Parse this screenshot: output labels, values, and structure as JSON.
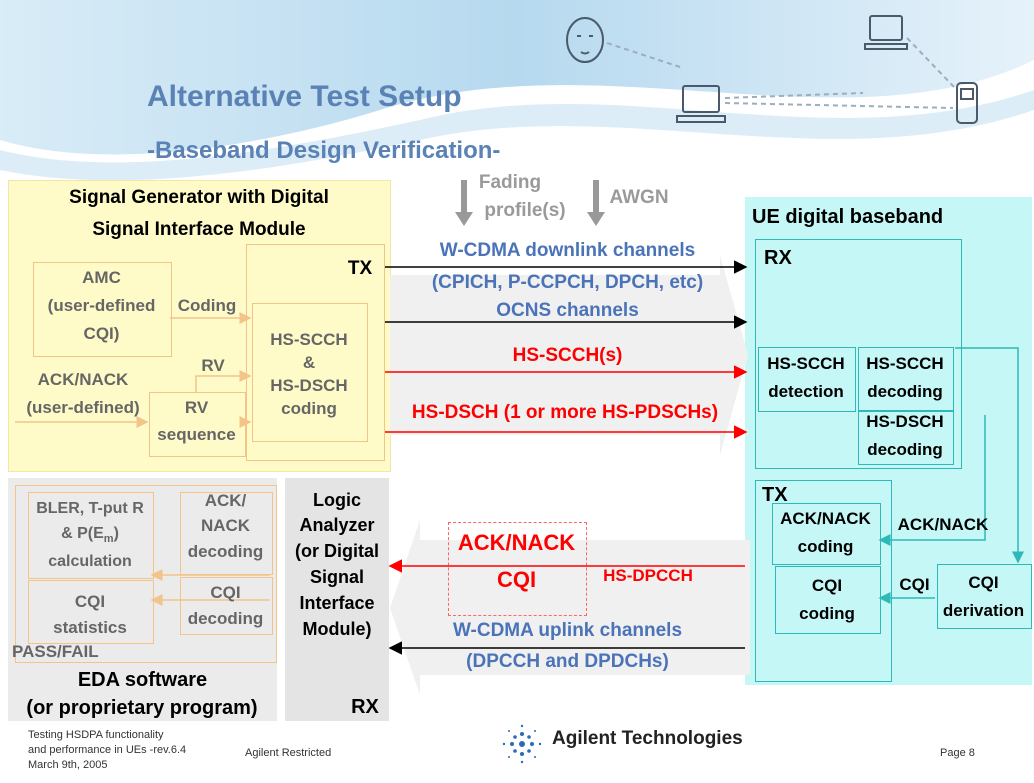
{
  "title": "Alternative Test Setup",
  "subtitle": "-Baseband Design Verification-",
  "siggen": {
    "title_l1": "Signal Generator with Digital",
    "title_l2": "Signal Interface Module",
    "tx": "TX",
    "amc_l1": "AMC",
    "amc_l2": "(user-defined",
    "amc_l3": "CQI)",
    "coding": "Coding",
    "rv": "RV",
    "acknack_l1": "ACK/NACK",
    "acknack_l2": "(user-defined)",
    "rvseq_l1": "RV",
    "rvseq_l2": "sequence",
    "hs_l1": "HS-SCCH",
    "hs_l2": "&",
    "hs_l3": "HS-DSCH",
    "hs_l4": "coding"
  },
  "inputs": {
    "fading_l1": "Fading",
    "fading_l2": "profile(s)",
    "awgn": "AWGN"
  },
  "downlink": {
    "wcdma_l1": "W-CDMA downlink channels",
    "wcdma_l2": "(CPICH, P-CCPCH, DPCH, etc)",
    "ocns": "OCNS channels",
    "hsscch": "HS-SCCH(s)",
    "hsdsch": "HS-DSCH (1 or more HS-PDSCHs)"
  },
  "ue": {
    "title": "UE digital baseband",
    "rx": "RX",
    "det_l1": "HS-SCCH",
    "det_l2": "detection",
    "dec_l1": "HS-SCCH",
    "dec_l2": "decoding",
    "dsch_l1": "HS-DSCH",
    "dsch_l2": "decoding",
    "tx": "TX",
    "ackcod_l1": "ACK/NACK",
    "ackcod_l2": "coding",
    "acknack": "ACK/NACK",
    "cqicod_l1": "CQI",
    "cqicod_l2": "coding",
    "cqi": "CQI",
    "cqider_l1": "CQI",
    "cqider_l2": "derivation"
  },
  "uplink": {
    "acknack": "ACK/NACK",
    "cqi": "CQI",
    "hsdpcch": "HS-DPCCH",
    "wcdma_l1": "W-CDMA uplink channels",
    "wcdma_l2": "(DPCCH and DPDCHs)"
  },
  "logic": {
    "l1": "Logic",
    "l2": "Analyzer",
    "l3": "(or Digital",
    "l4": "Signal",
    "l5": "Interface",
    "l6": "Module)",
    "rx": "RX"
  },
  "eda": {
    "bler_l1": "BLER, T-put R",
    "bler_l2a": "& P(E",
    "bler_l2sub": "m",
    "bler_l2b": ")",
    "bler_l3": "calculation",
    "ack_l1": "ACK/",
    "ack_l2": "NACK",
    "ack_l3": "decoding",
    "cqis_l1": "CQI",
    "cqis_l2": "statistics",
    "cqid_l1": "CQI",
    "cqid_l2": "decoding",
    "passfail": "PASS/FAIL",
    "title_l1": "EDA software",
    "title_l2": "(or proprietary program)"
  },
  "footer": {
    "l1": "Testing HSDPA functionality",
    "l2": "and performance in UEs -rev.6.4",
    "l3": "March 9th, 2005",
    "restricted": "Agilent Restricted",
    "brand": "Agilent Technologies",
    "page": "Page 8"
  },
  "colors": {
    "title_blue": "#5a82b4",
    "channel_blue": "#4a73b8",
    "red": "#ff0000",
    "cyan": "#2fb8b8",
    "orange": "#f2c489"
  }
}
